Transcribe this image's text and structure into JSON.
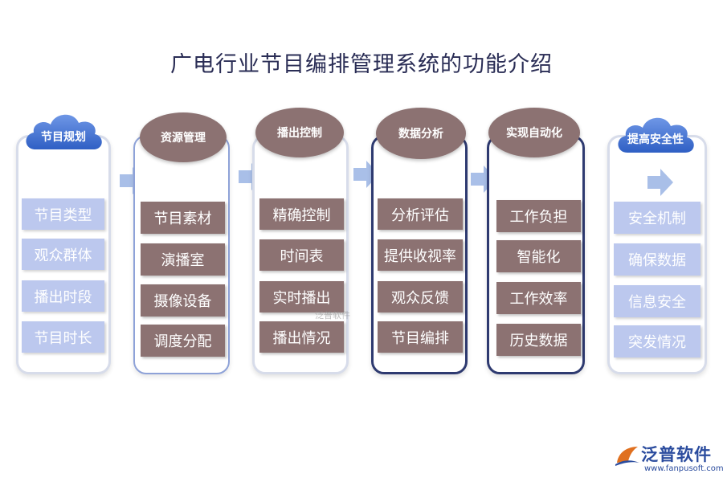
{
  "title": "广电行业节目编排管理系统的功能介绍",
  "columns": [
    {
      "heading": "节目规划",
      "items": [
        "节目类型",
        "观众群体",
        "播出时段",
        "节目时长"
      ]
    },
    {
      "heading": "资源管理",
      "items": [
        "节目素材",
        "演播室",
        "摄像设备",
        "调度分配"
      ]
    },
    {
      "heading": "播出控制",
      "items": [
        "精确控制",
        "时间表",
        "实时播出",
        "播出情况"
      ]
    },
    {
      "heading": "数据分析",
      "items": [
        "分析评估",
        "提供收视率",
        "观众反馈",
        "节目编排"
      ]
    },
    {
      "heading": "实现自动化",
      "items": [
        "工作负担",
        "智能化",
        "工作效率",
        "历史数据"
      ]
    },
    {
      "heading": "提高安全性",
      "items": [
        "安全机制",
        "确保数据",
        "信息安全",
        "突发情况"
      ]
    }
  ],
  "watermark": "泛普软件",
  "logo": {
    "name": "泛普软件",
    "url": "www.fanpusoft.com"
  },
  "colors": {
    "title": "#2a2d55",
    "mauve": "#8c7272",
    "light_blue_box": "#bcc8ee",
    "cloud_blue": "#3d6fd2",
    "arrow": "#a9bfe8"
  }
}
